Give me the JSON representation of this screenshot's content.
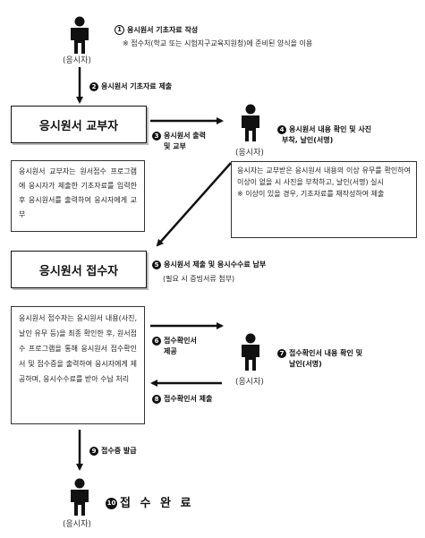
{
  "person_label": "(응시자)",
  "steps": {
    "s1": {
      "num": "1",
      "text": "응시원서 기초자료 작성"
    },
    "s1_note": "※ 접수처(학교 또는 시험지구교육지원청)에 준비된 양식을 이용",
    "s2": {
      "num": "2",
      "text": "응시원서 기초자료 제출"
    },
    "s3": {
      "num": "3",
      "line1": "응시원서 출력",
      "line2": "및 교부"
    },
    "s4": {
      "num": "4",
      "line1": "응시원서 내용 확인 및 사진",
      "line2": "부착, 날인(서명)"
    },
    "s5": {
      "num": "5",
      "text": "응시원서 제출 및 응시수수료 납부"
    },
    "s5_note": "(필요 시 증빙서류 첨부)",
    "s6": {
      "num": "6",
      "line1": "접수확인서",
      "line2": "제공"
    },
    "s7": {
      "num": "7",
      "line1": "접수확인서 내용 확인 및",
      "line2": "날인(서명)"
    },
    "s8": {
      "num": "8",
      "text": "접수확인서 제출"
    },
    "s9": {
      "num": "9",
      "text": "접수증 발급"
    },
    "s10": {
      "num": "10",
      "text": "접 수 완 료"
    }
  },
  "boxes": {
    "issuer_title": "응시원서 교부자",
    "issuer_desc": "응시원서 교부자는 원서접수 프로그램에 응시자가 제출한 기초자료를 입력한 후 응시원서를 출력하여 응시자에게 교부",
    "applicant_desc_line1": "응시자는 교부받은 응시원서 내용의 이상 유무를 확인하여 이상이 없을 시 사진을 부착하고, 날인(서명) 실시",
    "applicant_desc_line2": "※ 이상이 있을 경우, 기초자료를 재작성하여 제출",
    "receiver_title": "응시원서 접수자",
    "receiver_desc": "응시원서 접수자는 응시원서 내용(사진, 날인 유무 등)을 최종 확인한 후, 원서접수 프로그램을 통해 응시원서 접수확인서 및 접수증을 출력하여 응시자에게 제공하며, 응시수수료를 받아 수납 처리"
  }
}
